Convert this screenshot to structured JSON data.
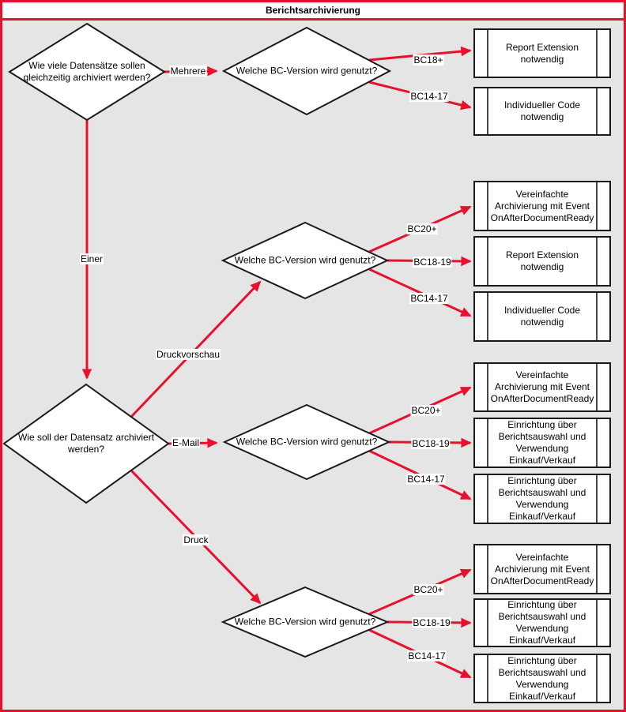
{
  "title": "Berichtsarchivierung",
  "colors": {
    "accent_red": "#e8112d",
    "canvas_gray": "#e5e5e5",
    "shape_stroke": "#1a1a1a",
    "shape_fill": "#ffffff"
  },
  "decisions": [
    {
      "id": "count",
      "question": "Wie viele Datensätze sollen gleichzeitig archiviert werden?"
    },
    {
      "id": "bc-version-mehrere",
      "question": "Welche BC-Version wird genutzt?"
    },
    {
      "id": "archive-method",
      "question": "Wie soll der Datensatz archiviert werden?"
    },
    {
      "id": "bc-version-druckvorschau",
      "question": "Welche BC-Version wird genutzt?"
    },
    {
      "id": "bc-version-email",
      "question": "Welche BC-Version wird genutzt?"
    },
    {
      "id": "bc-version-druck",
      "question": "Welche BC-Version wird genutzt?"
    }
  ],
  "edge_labels": {
    "mehrere": "Mehrere",
    "einer": "Einer",
    "druckvorschau": "Druckvorschau",
    "email": "E-Mail",
    "druck": "Druck",
    "bc18plus": "BC18+",
    "bc14_17": "BC14-17",
    "bc20plus": "BC20+",
    "bc18_19": "BC18-19"
  },
  "outcomes": [
    {
      "label": "Report Extension notwendig"
    },
    {
      "label": "Individueller Code notwendig"
    },
    {
      "label": "Vereinfachte Archivierung mit Event OnAfterDocumentReady"
    },
    {
      "label": "Report Extension notwendig"
    },
    {
      "label": "Individueller Code notwendig"
    },
    {
      "label": "Vereinfachte Archivierung mit Event OnAfterDocumentReady"
    },
    {
      "label": "Einrichtung über Berichtsauswahl und Verwendung Einkauf/Verkauf"
    },
    {
      "label": "Einrichtung über Berichtsauswahl und Verwendung Einkauf/Verkauf"
    },
    {
      "label": "Vereinfachte Archivierung mit Event OnAfterDocumentReady"
    },
    {
      "label": "Einrichtung über Berichtsauswahl und Verwendung Einkauf/Verkauf"
    },
    {
      "label": "Einrichtung über Berichtsauswahl und Verwendung Einkauf/Verkauf"
    }
  ]
}
